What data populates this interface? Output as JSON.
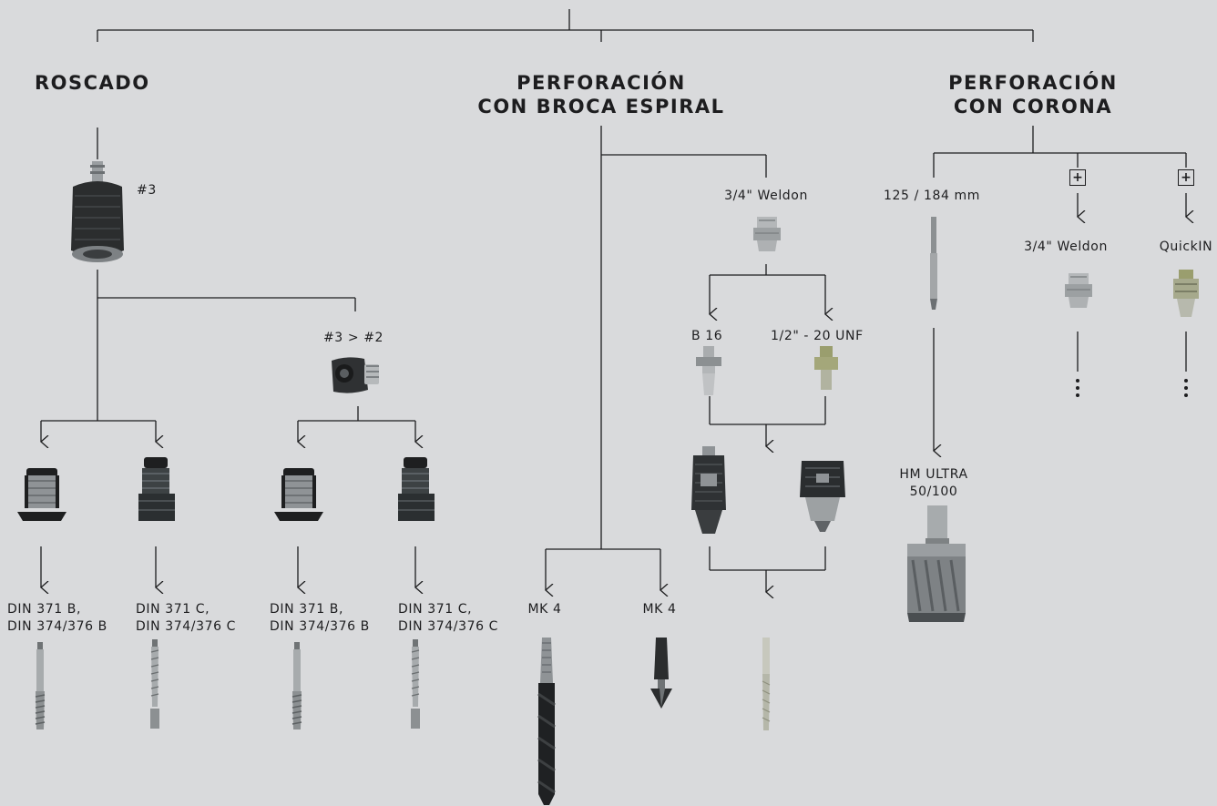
{
  "headings": {
    "roscado": "ROSCADO",
    "broca_1": "PERFORACIÓN",
    "broca_2": "CON BROCA ESPIRAL",
    "corona_1": "PERFORACIÓN",
    "corona_2": "CON CORONA"
  },
  "labels": {
    "size3": "#3",
    "adapter_3_2": "#3 > #2",
    "din371b_1": "DIN 371 B,",
    "din371b_2": "DIN 374/376 B",
    "din371c_1": "DIN 371 C,",
    "din371c_2": "DIN 374/376 C",
    "mk4_a": "MK 4",
    "mk4_b": "MK 4",
    "weldon_34": "3/4\" Weldon",
    "b16": "B 16",
    "unf": "1/2\" - 20 UNF",
    "len_125_184": "125 / 184 mm",
    "weldon_34_b": "3/4\" Weldon",
    "quickin": "QuickIN",
    "hm_ultra_1": "HM ULTRA",
    "hm_ultra_2": "50/100",
    "plus": "+"
  },
  "colors": {
    "background": "#d9dadc",
    "line": "#1d1d1f",
    "tool_dark": "#2b2d2e",
    "tool_steel": "#8f9396",
    "tool_light": "#c4c6c8"
  },
  "icons": {
    "chuck": "tapping-chuck-icon",
    "adapter": "reduction-adapter-icon",
    "quick_change_b": "quick-change-insert-b-icon",
    "quick_change_c": "quick-change-insert-c-icon",
    "tap": "tap-icon",
    "shank": "weldon-shank-icon",
    "arbor": "arbor-icon",
    "drill_chuck": "drill-chuck-icon",
    "twist_drill": "twist-drill-icon",
    "countersink": "countersink-icon",
    "pilot_pin": "pilot-pin-icon",
    "core_drill": "core-drill-icon"
  }
}
